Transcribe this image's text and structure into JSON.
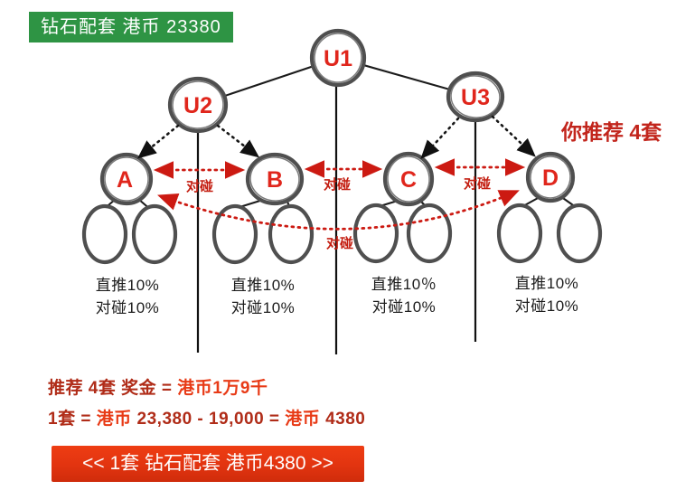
{
  "badge": {
    "label": "钻石配套 港币 23380"
  },
  "referral_note": "你推荐 4套",
  "nodes": {
    "u1": "U1",
    "u2": "U2",
    "u3": "U3",
    "a": "A",
    "b": "B",
    "c": "C",
    "d": "D"
  },
  "pair_bonus_label": "对碰",
  "columns": [
    {
      "direct": "直推10%",
      "pair": "对碰10%"
    },
    {
      "direct": "直推10%",
      "pair": "对碰10%"
    },
    {
      "direct": "直推10％",
      "pair": "对碰10%"
    },
    {
      "direct": "直推10%",
      "pair": "对碰10%"
    }
  ],
  "summary": {
    "line1_label": "推荐 4套 奖金 = ",
    "line1_value": "港币1万9千",
    "line2_part1": "1套 = ",
    "line2_part2": "港币",
    "line2_part3": " 23,380 - 19,000 = ",
    "line2_part4": "港币",
    "line2_part5": " 4380"
  },
  "banner": {
    "label": "<< 1套 钻石配套 港币4380 >>"
  },
  "colors": {
    "badge_green": "#2e9444",
    "node_stroke": "#4f4f4f",
    "node_text_red": "#e0261c",
    "arrow_red": "#cc1a12",
    "summary_dark_red": "#b02c18",
    "summary_bright_red": "#e83a16",
    "banner_red": "#e23410"
  }
}
